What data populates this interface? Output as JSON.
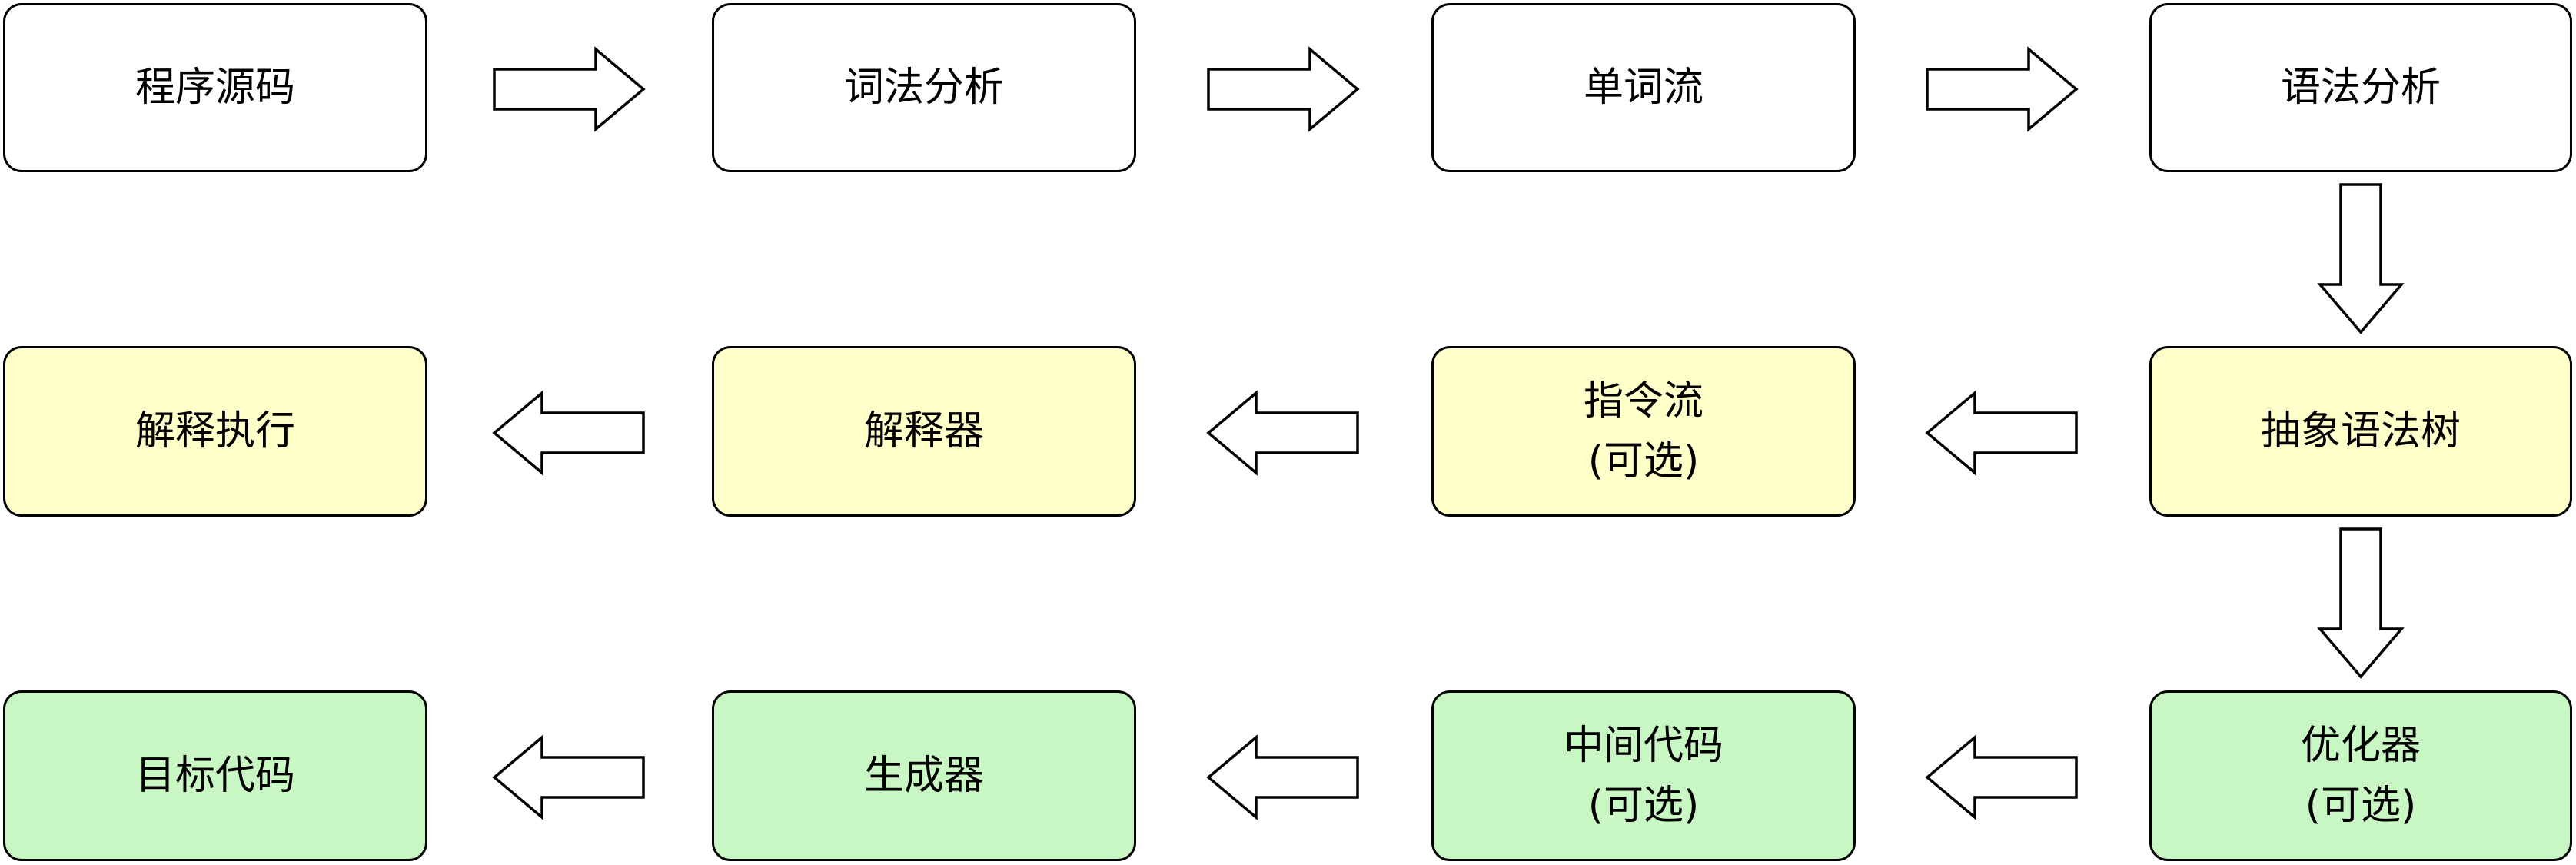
{
  "colors": {
    "white": "#ffffff",
    "yellow": "#ffffc9",
    "green": "#c9f7c4",
    "stroke": "#000000"
  },
  "nodes": {
    "source_code": {
      "label": "程序源码"
    },
    "lexical_analysis": {
      "label": "词法分析"
    },
    "token_stream": {
      "label": "单词流"
    },
    "syntax_analysis": {
      "label": "语法分析"
    },
    "ast": {
      "label": "抽象语法树"
    },
    "instruction_stream": {
      "line1": "指令流",
      "line2": "(可选)"
    },
    "interpreter": {
      "label": "解释器"
    },
    "interpret_execute": {
      "label": "解释执行"
    },
    "optimizer": {
      "line1": "优化器",
      "line2": "(可选)"
    },
    "intermediate_code": {
      "line1": "中间代码",
      "line2": "(可选)"
    },
    "generator": {
      "label": "生成器"
    },
    "target_code": {
      "label": "目标代码"
    }
  }
}
